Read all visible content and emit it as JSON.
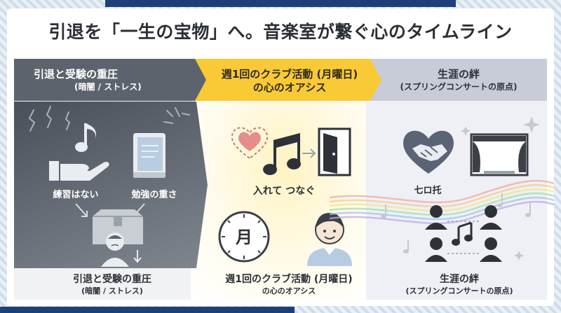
{
  "title": "引退を「一生の宝物」へ。音楽室が繋ぐ心のタイムライン",
  "columns": [
    {
      "heading": "引退と受験の重圧",
      "sub": "(暗闇 / ストレス)"
    },
    {
      "heading": "週1回のクラブ活動 (月曜日)",
      "sub": "の心のオアシス"
    },
    {
      "heading": "生涯の絆",
      "sub": "(スプリングコンサートの原点)"
    }
  ],
  "col1": {
    "label_left": "練習はない",
    "label_right": "勉強の重さ"
  },
  "col2": {
    "caption": "入れて つなぐ",
    "calendar_char": "月"
  },
  "col3": {
    "label": "七ロ托"
  },
  "captions": [
    {
      "main": "引退と受験の重圧",
      "sub": "(暗闇 / ストレス)"
    },
    {
      "main": "週1回のクラブ活動 (月曜日)",
      "sub": "の心のオアシス"
    },
    {
      "main": "生涯の絆",
      "sub": "(スプリングコンサートの原点)"
    }
  ],
  "colors": {
    "dark": "#5d636c",
    "accent": "#f9c936",
    "cool": "#c8ccd8",
    "navy": "#1d3f7a",
    "text": "#2b2f36"
  }
}
